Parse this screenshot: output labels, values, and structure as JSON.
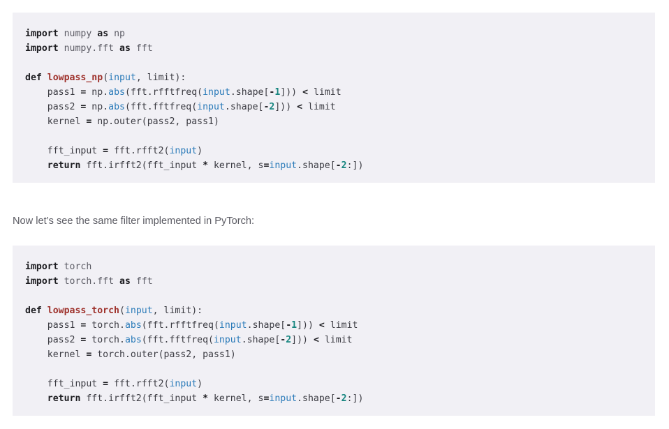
{
  "theme": {
    "page_bg": "#ffffff",
    "code_bg": "#f1f0f5",
    "code_text": "#3b3b42",
    "keyword_color": "#1c1c20",
    "function_color": "#9e312b",
    "builtin_color": "#2b7bb9",
    "number_color": "#16857f",
    "module_color": "#5d5d66",
    "paragraph_color": "#5a5a62"
  },
  "paragraph": {
    "text": "Now let’s see the same filter implemented in PyTorch:"
  },
  "code_blocks": [
    {
      "id": "numpy",
      "language": "python",
      "lines": [
        "import numpy as np",
        "import numpy.fft as fft",
        "",
        "def lowpass_np(input, limit):",
        "    pass1 = np.abs(fft.rfftfreq(input.shape[-1])) < limit",
        "    pass2 = np.abs(fft.fftfreq(input.shape[-2])) < limit",
        "    kernel = np.outer(pass2, pass1)",
        "",
        "    fft_input = fft.rfft2(input)",
        "    return fft.irfft2(fft_input * kernel, s=input.shape[-2:])"
      ],
      "tokens": [
        [
          {
            "t": "import",
            "c": "kw"
          },
          {
            "t": " ",
            "c": "punc"
          },
          {
            "t": "numpy",
            "c": "mod"
          },
          {
            "t": " ",
            "c": "punc"
          },
          {
            "t": "as",
            "c": "kw"
          },
          {
            "t": " ",
            "c": "punc"
          },
          {
            "t": "np",
            "c": "mod"
          }
        ],
        [
          {
            "t": "import",
            "c": "kw"
          },
          {
            "t": " ",
            "c": "punc"
          },
          {
            "t": "numpy.fft",
            "c": "mod"
          },
          {
            "t": " ",
            "c": "punc"
          },
          {
            "t": "as",
            "c": "kw"
          },
          {
            "t": " ",
            "c": "punc"
          },
          {
            "t": "fft",
            "c": "mod"
          }
        ],
        [],
        [
          {
            "t": "def",
            "c": "kw"
          },
          {
            "t": " ",
            "c": "punc"
          },
          {
            "t": "lowpass_np",
            "c": "func"
          },
          {
            "t": "(",
            "c": "punc"
          },
          {
            "t": "input",
            "c": "builtin"
          },
          {
            "t": ", limit):",
            "c": "punc"
          }
        ],
        [
          {
            "t": "    pass1 ",
            "c": "name"
          },
          {
            "t": "=",
            "c": "op"
          },
          {
            "t": " np.",
            "c": "name"
          },
          {
            "t": "abs",
            "c": "builtin"
          },
          {
            "t": "(fft.rfftfreq(",
            "c": "name"
          },
          {
            "t": "input",
            "c": "builtin"
          },
          {
            "t": ".shape[",
            "c": "name"
          },
          {
            "t": "-",
            "c": "op"
          },
          {
            "t": "1",
            "c": "num"
          },
          {
            "t": "])) ",
            "c": "name"
          },
          {
            "t": "<",
            "c": "op"
          },
          {
            "t": " limit",
            "c": "name"
          }
        ],
        [
          {
            "t": "    pass2 ",
            "c": "name"
          },
          {
            "t": "=",
            "c": "op"
          },
          {
            "t": " np.",
            "c": "name"
          },
          {
            "t": "abs",
            "c": "builtin"
          },
          {
            "t": "(fft.fftfreq(",
            "c": "name"
          },
          {
            "t": "input",
            "c": "builtin"
          },
          {
            "t": ".shape[",
            "c": "name"
          },
          {
            "t": "-",
            "c": "op"
          },
          {
            "t": "2",
            "c": "num"
          },
          {
            "t": "])) ",
            "c": "name"
          },
          {
            "t": "<",
            "c": "op"
          },
          {
            "t": " limit",
            "c": "name"
          }
        ],
        [
          {
            "t": "    kernel ",
            "c": "name"
          },
          {
            "t": "=",
            "c": "op"
          },
          {
            "t": " np.outer(pass2, pass1)",
            "c": "name"
          }
        ],
        [],
        [
          {
            "t": "    fft_input ",
            "c": "name"
          },
          {
            "t": "=",
            "c": "op"
          },
          {
            "t": " fft.rfft2(",
            "c": "name"
          },
          {
            "t": "input",
            "c": "builtin"
          },
          {
            "t": ")",
            "c": "name"
          }
        ],
        [
          {
            "t": "    ",
            "c": "name"
          },
          {
            "t": "return",
            "c": "kw"
          },
          {
            "t": " fft.irfft2(fft_input ",
            "c": "name"
          },
          {
            "t": "*",
            "c": "op"
          },
          {
            "t": " kernel, s",
            "c": "name"
          },
          {
            "t": "=",
            "c": "op"
          },
          {
            "t": "input",
            "c": "builtin"
          },
          {
            "t": ".shape[",
            "c": "name"
          },
          {
            "t": "-",
            "c": "op"
          },
          {
            "t": "2",
            "c": "num"
          },
          {
            "t": ":])",
            "c": "name"
          }
        ]
      ]
    },
    {
      "id": "torch",
      "language": "python",
      "lines": [
        "import torch",
        "import torch.fft as fft",
        "",
        "def lowpass_torch(input, limit):",
        "    pass1 = torch.abs(fft.rfftfreq(input.shape[-1])) < limit",
        "    pass2 = torch.abs(fft.fftfreq(input.shape[-2])) < limit",
        "    kernel = torch.outer(pass2, pass1)",
        "",
        "    fft_input = fft.rfft2(input)",
        "    return fft.irfft2(fft_input * kernel, s=input.shape[-2:])"
      ],
      "tokens": [
        [
          {
            "t": "import",
            "c": "kw"
          },
          {
            "t": " ",
            "c": "punc"
          },
          {
            "t": "torch",
            "c": "mod"
          }
        ],
        [
          {
            "t": "import",
            "c": "kw"
          },
          {
            "t": " ",
            "c": "punc"
          },
          {
            "t": "torch.fft",
            "c": "mod"
          },
          {
            "t": " ",
            "c": "punc"
          },
          {
            "t": "as",
            "c": "kw"
          },
          {
            "t": " ",
            "c": "punc"
          },
          {
            "t": "fft",
            "c": "mod"
          }
        ],
        [],
        [
          {
            "t": "def",
            "c": "kw"
          },
          {
            "t": " ",
            "c": "punc"
          },
          {
            "t": "lowpass_torch",
            "c": "func"
          },
          {
            "t": "(",
            "c": "punc"
          },
          {
            "t": "input",
            "c": "builtin"
          },
          {
            "t": ", limit):",
            "c": "punc"
          }
        ],
        [
          {
            "t": "    pass1 ",
            "c": "name"
          },
          {
            "t": "=",
            "c": "op"
          },
          {
            "t": " torch.",
            "c": "name"
          },
          {
            "t": "abs",
            "c": "builtin"
          },
          {
            "t": "(fft.rfftfreq(",
            "c": "name"
          },
          {
            "t": "input",
            "c": "builtin"
          },
          {
            "t": ".shape[",
            "c": "name"
          },
          {
            "t": "-",
            "c": "op"
          },
          {
            "t": "1",
            "c": "num"
          },
          {
            "t": "])) ",
            "c": "name"
          },
          {
            "t": "<",
            "c": "op"
          },
          {
            "t": " limit",
            "c": "name"
          }
        ],
        [
          {
            "t": "    pass2 ",
            "c": "name"
          },
          {
            "t": "=",
            "c": "op"
          },
          {
            "t": " torch.",
            "c": "name"
          },
          {
            "t": "abs",
            "c": "builtin"
          },
          {
            "t": "(fft.fftfreq(",
            "c": "name"
          },
          {
            "t": "input",
            "c": "builtin"
          },
          {
            "t": ".shape[",
            "c": "name"
          },
          {
            "t": "-",
            "c": "op"
          },
          {
            "t": "2",
            "c": "num"
          },
          {
            "t": "])) ",
            "c": "name"
          },
          {
            "t": "<",
            "c": "op"
          },
          {
            "t": " limit",
            "c": "name"
          }
        ],
        [
          {
            "t": "    kernel ",
            "c": "name"
          },
          {
            "t": "=",
            "c": "op"
          },
          {
            "t": " torch.outer(pass2, pass1)",
            "c": "name"
          }
        ],
        [],
        [
          {
            "t": "    fft_input ",
            "c": "name"
          },
          {
            "t": "=",
            "c": "op"
          },
          {
            "t": " fft.rfft2(",
            "c": "name"
          },
          {
            "t": "input",
            "c": "builtin"
          },
          {
            "t": ")",
            "c": "name"
          }
        ],
        [
          {
            "t": "    ",
            "c": "name"
          },
          {
            "t": "return",
            "c": "kw"
          },
          {
            "t": " fft.irfft2(fft_input ",
            "c": "name"
          },
          {
            "t": "*",
            "c": "op"
          },
          {
            "t": " kernel, s",
            "c": "name"
          },
          {
            "t": "=",
            "c": "op"
          },
          {
            "t": "input",
            "c": "builtin"
          },
          {
            "t": ".shape[",
            "c": "name"
          },
          {
            "t": "-",
            "c": "op"
          },
          {
            "t": "2",
            "c": "num"
          },
          {
            "t": ":])",
            "c": "name"
          }
        ]
      ]
    }
  ]
}
